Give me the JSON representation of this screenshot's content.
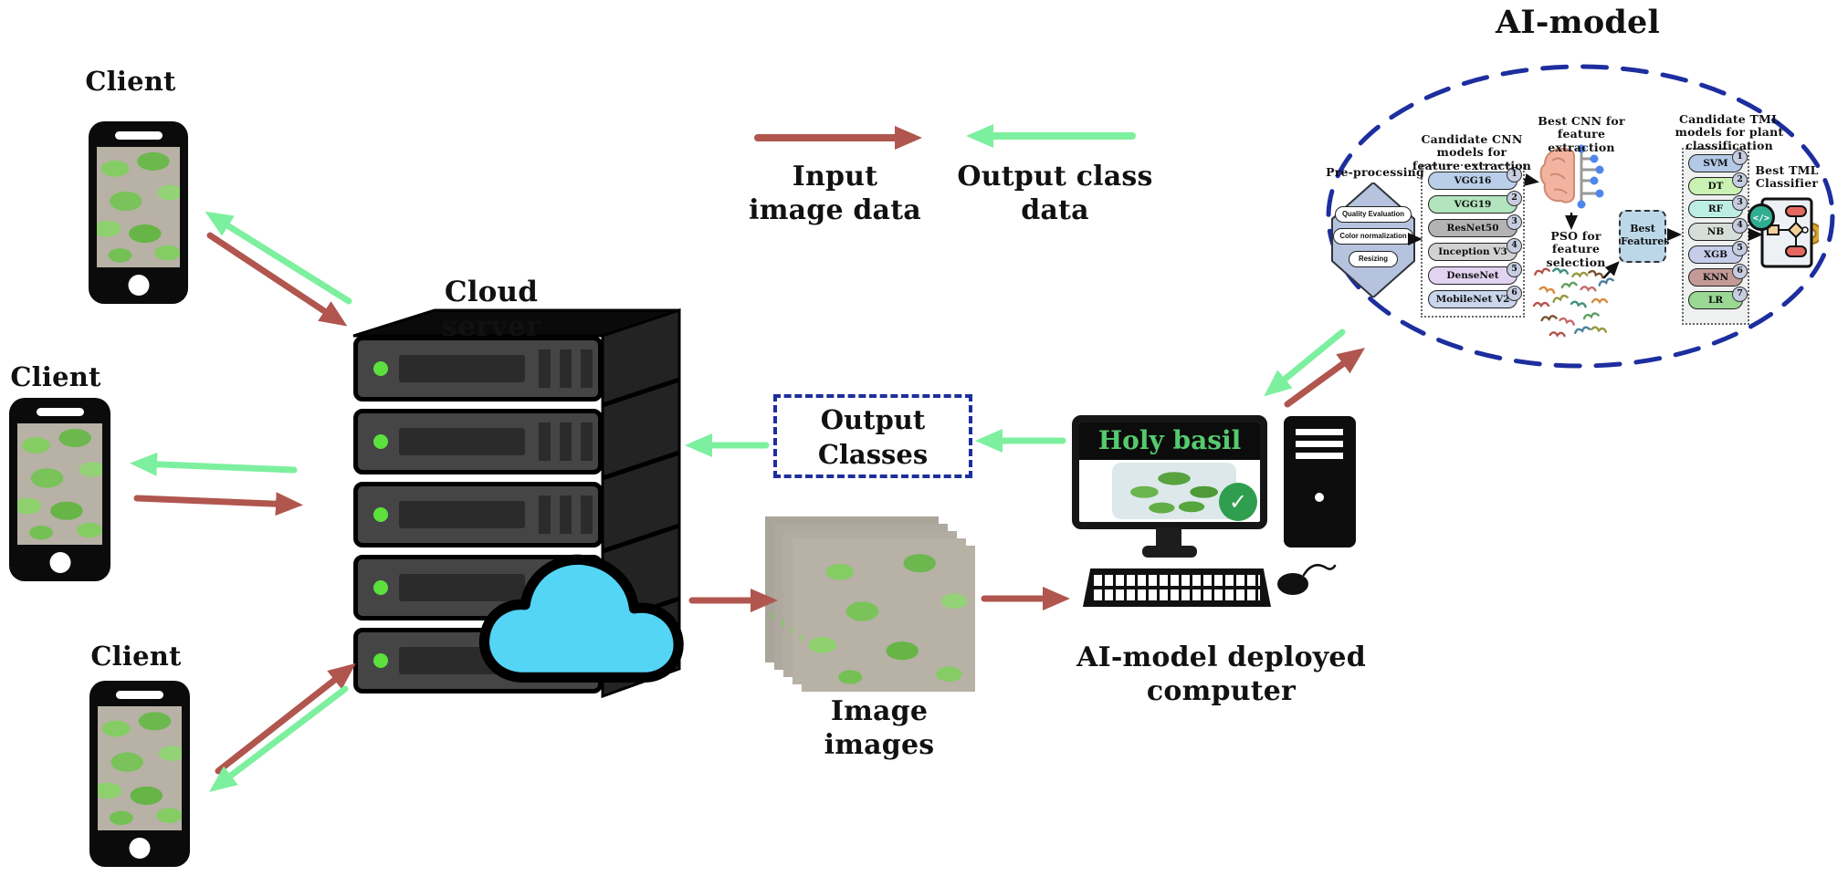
{
  "legend": {
    "input_label": "Input image data",
    "output_label": "Output class data",
    "input_arrow_color": "#b0564e",
    "output_arrow_color": "#7df09f"
  },
  "clients": {
    "label": "Client"
  },
  "cloud_server": {
    "label": "Cloud server",
    "led_color": "#5ce03e",
    "cloud_color": "#54d5f6"
  },
  "output_classes": {
    "label": "Output Classes",
    "border_color": "#1d2e9e"
  },
  "image_stack": {
    "label": "Image images"
  },
  "deployed_computer": {
    "label": "AI-model deployed computer",
    "screen_title": "Holy basil",
    "screen_title_color": "#55ca6e",
    "check_glyph": "✓",
    "check_color": "#2f9e4f"
  },
  "ai_model": {
    "title": "AI-model",
    "ellipse_color": "#1d2e9e",
    "preprocessing": {
      "label": "Pre-processing",
      "steps": [
        "Quality Evaluation",
        "Color normalization",
        "Resizing"
      ]
    },
    "cnn": {
      "label": "Candidate CNN models for feature extraction",
      "models": [
        {
          "name": "VGG16",
          "num": "1",
          "color": "#b9cfe9"
        },
        {
          "name": "VGG19",
          "num": "2",
          "color": "#b2e4bd"
        },
        {
          "name": "ResNet50",
          "num": "3",
          "color": "#b3b3b3"
        },
        {
          "name": "Inception V3",
          "num": "4",
          "color": "#d2d2d2"
        },
        {
          "name": "DenseNet",
          "num": "5",
          "color": "#e3d3f2"
        },
        {
          "name": "MobileNet V2",
          "num": "6",
          "color": "#c9d6ec"
        }
      ]
    },
    "best_cnn": {
      "label": "Best CNN for feature extraction"
    },
    "pso": {
      "label": "PSO for feature selection"
    },
    "best_features": {
      "label": "Best Features"
    },
    "tml": {
      "label": "Candidate TML models for plant classification",
      "models": [
        {
          "name": "SVM",
          "num": "1",
          "color": "#b3c9e6"
        },
        {
          "name": "DT",
          "num": "2",
          "color": "#c9f2b3"
        },
        {
          "name": "RF",
          "num": "3",
          "color": "#bdeee4"
        },
        {
          "name": "NB",
          "num": "4",
          "color": "#d6ded9"
        },
        {
          "name": "XGB",
          "num": "5",
          "color": "#c6cdea"
        },
        {
          "name": "KNN",
          "num": "6",
          "color": "#c39a96"
        },
        {
          "name": "LR",
          "num": "7",
          "color": "#9ad893"
        }
      ]
    },
    "best_tml": {
      "label": "Best TML Classifier",
      "icon_glyph": "</>"
    }
  }
}
